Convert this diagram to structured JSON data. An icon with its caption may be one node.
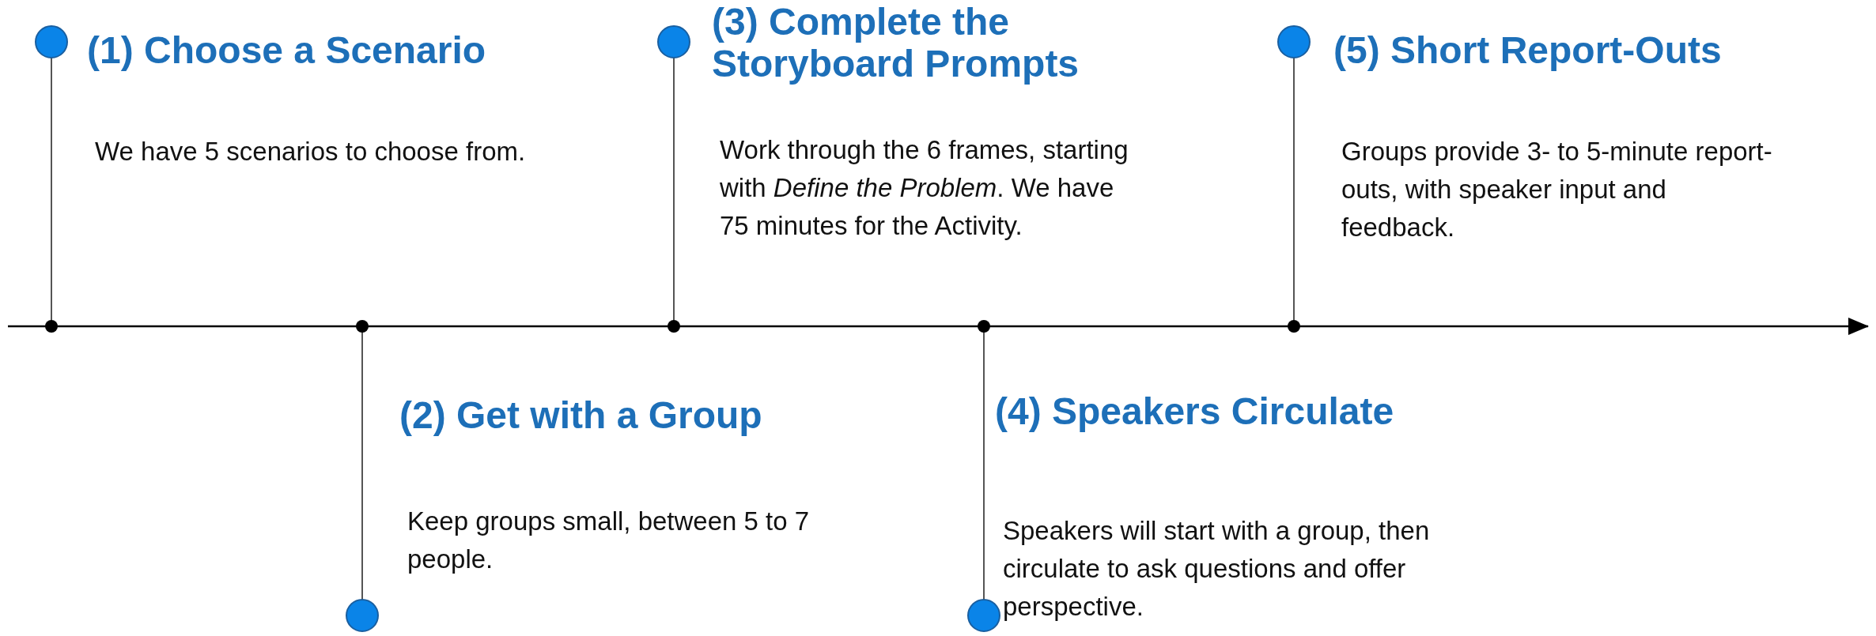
{
  "diagram": {
    "nodes": [
      {
        "text": [
          "(1) Choose a Scenario",
          "We have 5 scenarios to choose from."
        ]
      },
      {
        "text": [
          "(2) Get with a Group",
          "Keep groups small, between 5 to 7 people."
        ]
      },
      {
        "text": [
          "(3) Complete the Storyboard Prompts",
          "Work through the 6 frames, starting with *Define the Problem*. We have 75 minutes for the Activity."
        ]
      },
      {
        "text": [
          "(4) Speakers Circulate",
          "Speakers will start with a group, then circulate to ask questions and offer perspective."
        ]
      },
      {
        "text": [
          "(5) Short Report-Outs",
          "Groups provide 3- to 5-minute report-outs, with speaker input and feedback."
        ]
      }
    ]
  }
}
